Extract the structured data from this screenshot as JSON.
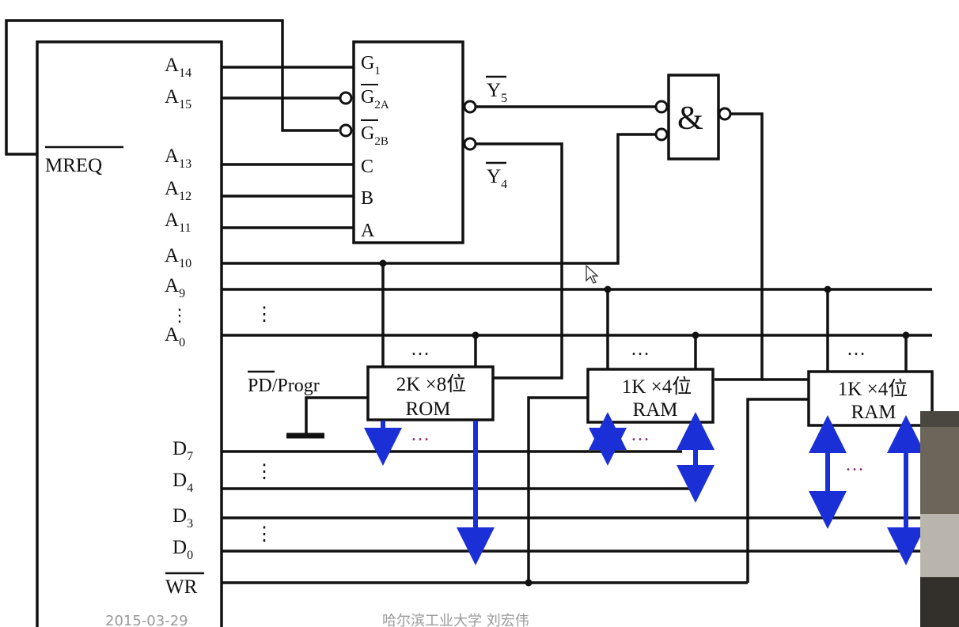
{
  "cpu": {
    "address_pins": [
      "A",
      "A",
      "A",
      "A",
      "A",
      "A",
      "A",
      "A"
    ],
    "address_subs": [
      "14",
      "15",
      "13",
      "12",
      "11",
      "10",
      "9",
      "0"
    ],
    "mreq": "MREQ",
    "data_pins": [
      "D",
      "D",
      "D",
      "D"
    ],
    "data_subs": [
      "7",
      "4",
      "3",
      "0"
    ],
    "wr": "WR"
  },
  "decoder": {
    "g1": "G",
    "g1_sub": "1",
    "g2a": "G",
    "g2a_sub": "2A",
    "g2b": "G",
    "g2b_sub": "2B",
    "c": "C",
    "b": "B",
    "a": "A",
    "y5": "Y",
    "y5_sub": "5",
    "y4": "Y",
    "y4_sub": "4"
  },
  "and_gate": {
    "symbol": "&"
  },
  "rom": {
    "line1": "2K ×8位",
    "line2": "ROM"
  },
  "ram1": {
    "line1": "1K ×4位",
    "line2": "RAM"
  },
  "ram2": {
    "line1": "1K ×4位",
    "line2": "RAM"
  },
  "pd_label": {
    "over": "PD",
    "rest": "/Progr"
  },
  "ellipsis": "…",
  "vellipsis": "⋮",
  "watermark": {
    "date": "2015-03-29",
    "school": "哈尔滨工业大学  刘宏伟"
  },
  "colors": {
    "bus": "#1a2fd6",
    "wire": "#111111",
    "dots": "#8a2c6c"
  }
}
